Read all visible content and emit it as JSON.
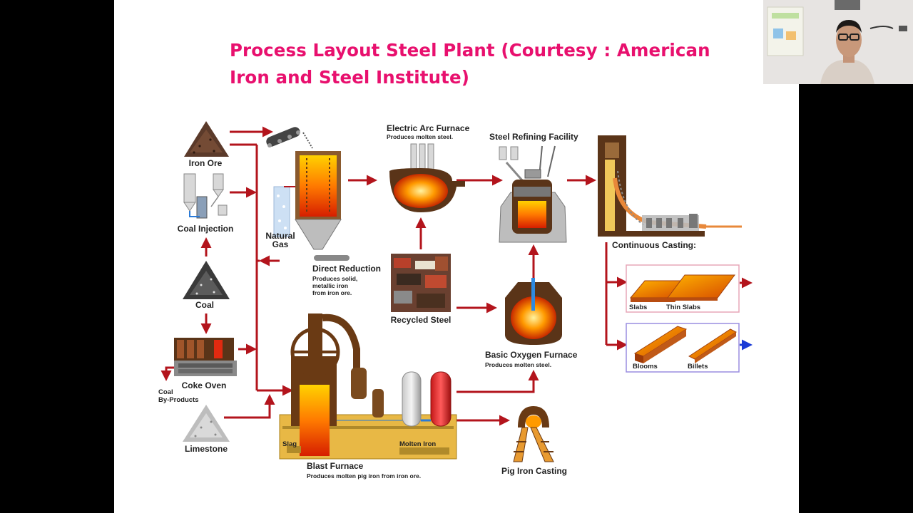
{
  "slide": {
    "title_line1": "Process Layout Steel Plant (Courtesy : American",
    "title_line2": "Iron and Steel Institute)"
  },
  "labels": {
    "iron_ore": "Iron Ore",
    "coal_injection": "Coal Injection",
    "coal": "Coal",
    "coke_oven": "Coke Oven",
    "coal_byproducts_1": "Coal",
    "coal_byproducts_2": "By-Products",
    "limestone": "Limestone",
    "natural_gas_1": "Natural",
    "natural_gas_2": "Gas",
    "direct_reduction": "Direct Reduction",
    "direct_reduction_desc_1": "Produces solid,",
    "direct_reduction_desc_2": "metallic iron",
    "direct_reduction_desc_3": "from iron ore.",
    "electric_arc_furnace": "Electric Arc Furnace",
    "electric_arc_furnace_desc": "Produces molten steel.",
    "steel_refining": "Steel Refining Facility",
    "recycled_steel": "Recycled Steel",
    "basic_oxygen_furnace": "Basic Oxygen Furnace",
    "basic_oxygen_furnace_desc": "Produces molten steel.",
    "continuous_casting": "Continuous Casting:",
    "slabs": "Slabs",
    "thin_slabs": "Thin Slabs",
    "blooms": "Blooms",
    "billets": "Billets",
    "blast_furnace": "Blast Furnace",
    "blast_furnace_desc": "Produces molten pig iron from iron ore.",
    "slag": "Slag",
    "molten_iron": "Molten Iron",
    "pig_iron_casting": "Pig Iron Casting"
  },
  "colors": {
    "title": "#e8106e",
    "arrow": "#b3141c",
    "molten": "#ff7a00",
    "brown": "#5a3418"
  }
}
